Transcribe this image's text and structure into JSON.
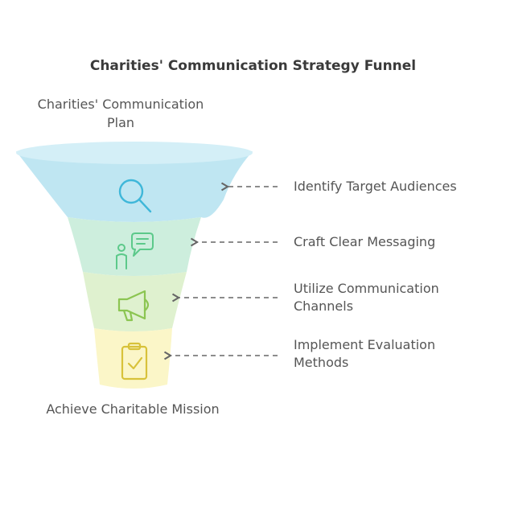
{
  "title": "Charities' Communication Strategy Funnel",
  "funnel": {
    "top_label": "Charities' Communication Plan",
    "bottom_label": "Achieve Charitable Mission",
    "stages": [
      {
        "label": "Identify Target Audiences",
        "icon": "magnifier-icon",
        "color": "#bfe6f2",
        "icon_color": "#3fb7d9"
      },
      {
        "label": "Craft Clear Messaging",
        "icon": "person-speech-bubble-icon",
        "color": "#cdeedd",
        "icon_color": "#5cc98a"
      },
      {
        "label": "Utilize Communication Channels",
        "icon": "megaphone-icon",
        "color": "#dff1cf",
        "icon_color": "#8cc552"
      },
      {
        "label": "Implement Evaluation Methods",
        "icon": "clipboard-check-icon",
        "color": "#fbf6c8",
        "icon_color": "#d8c23a"
      }
    ]
  }
}
